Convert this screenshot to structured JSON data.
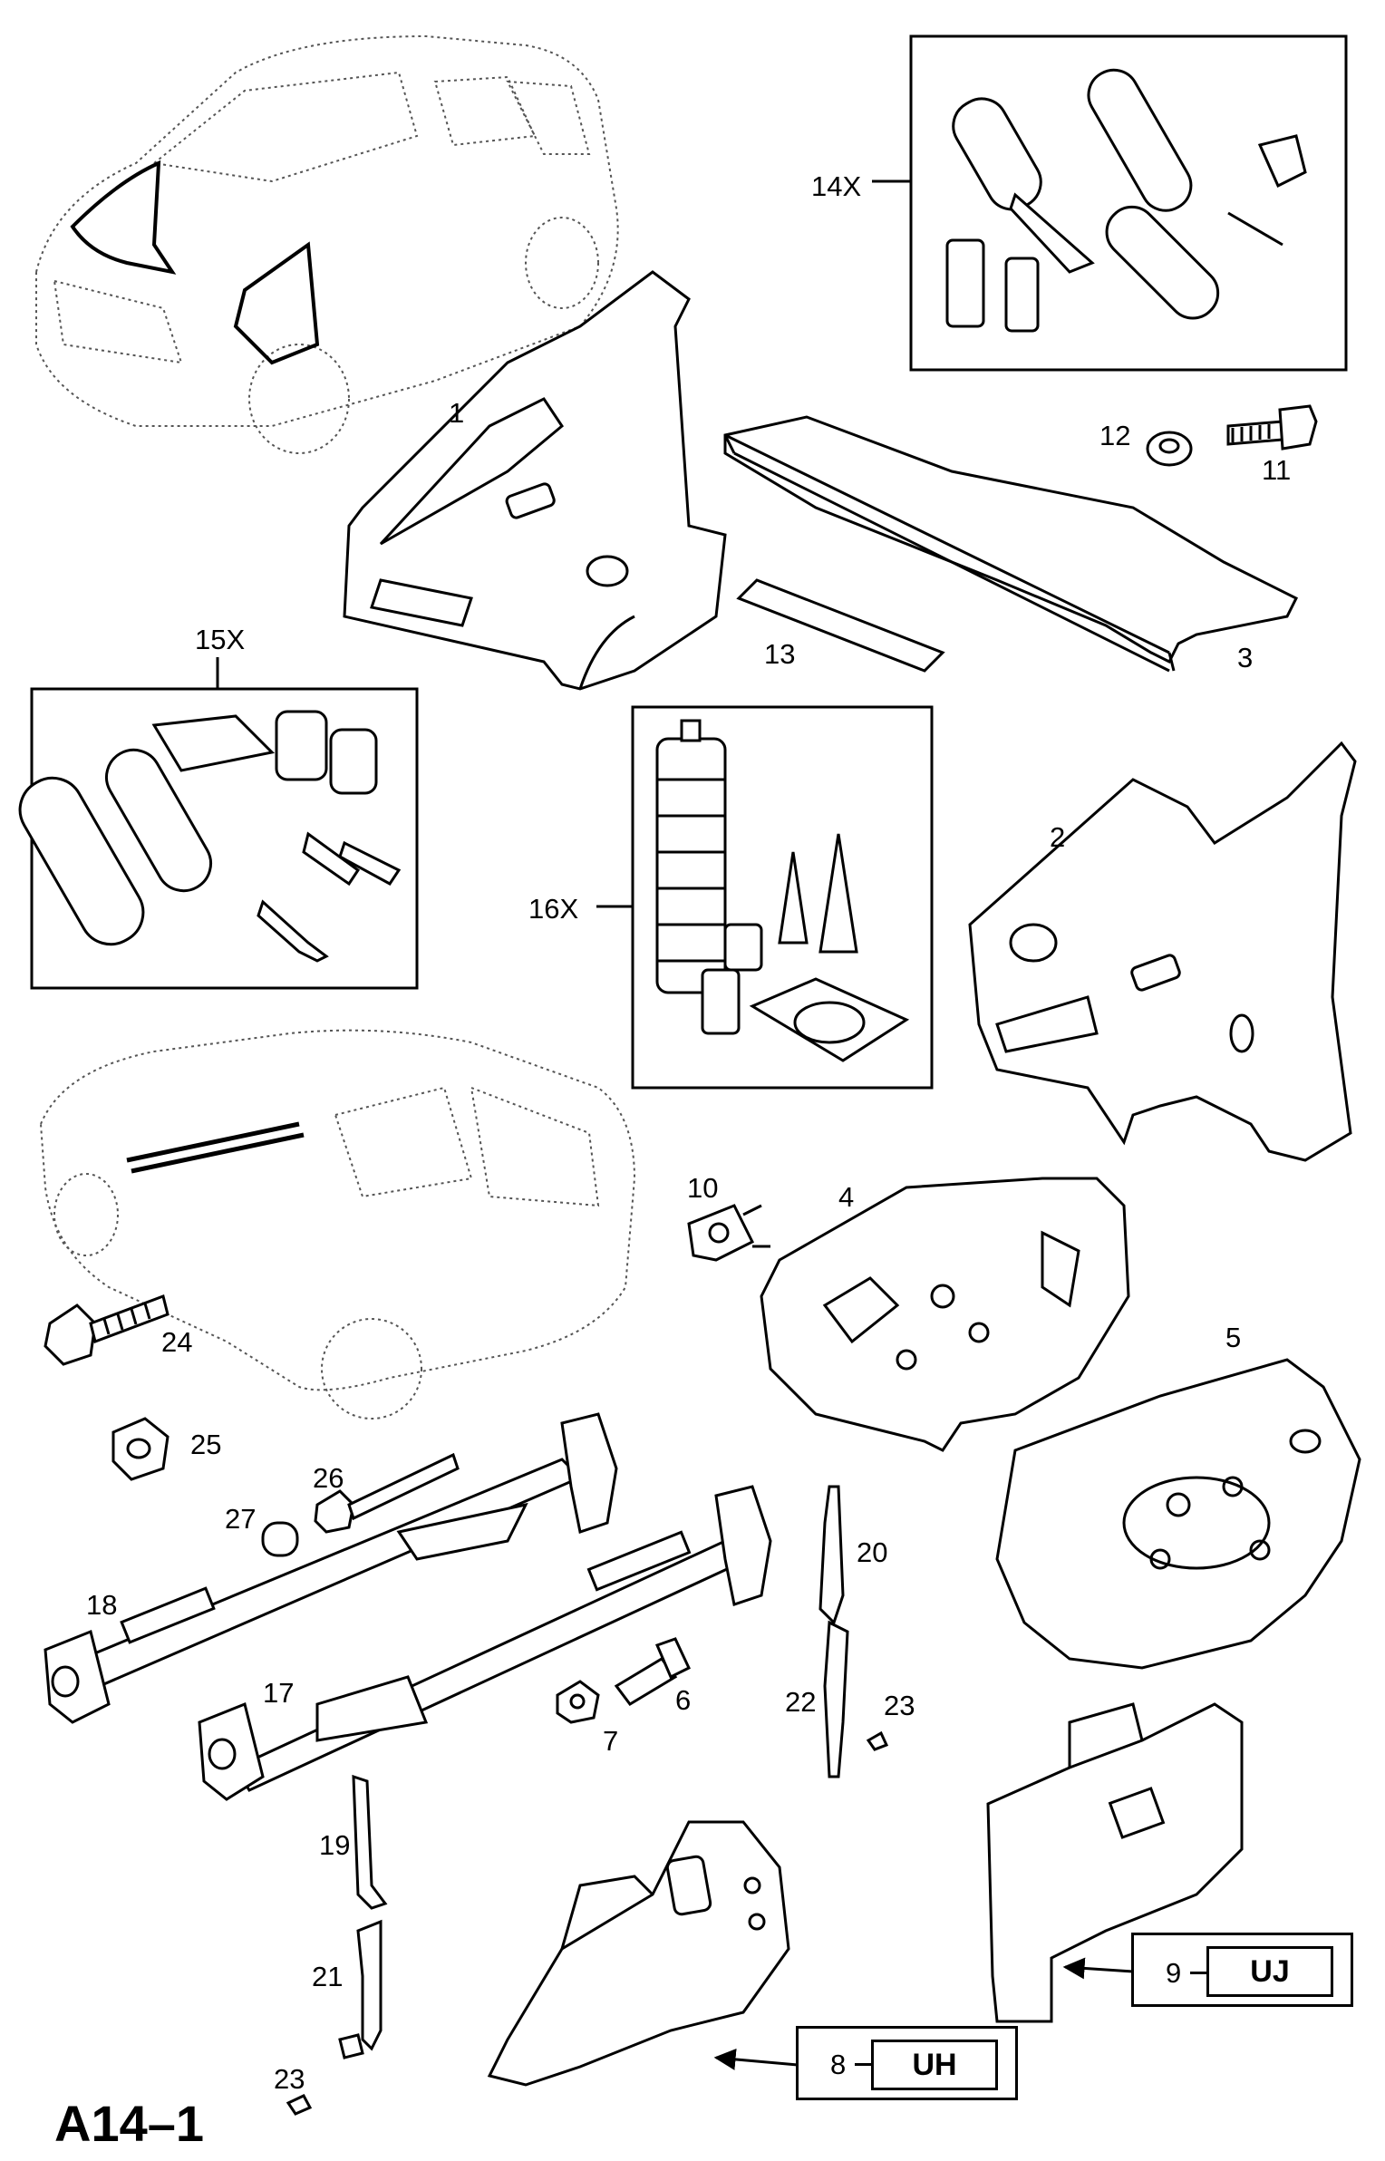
{
  "page_code": "A14–1",
  "parts": [
    {
      "id": "p1",
      "label": "1"
    },
    {
      "id": "p2",
      "label": "2"
    },
    {
      "id": "p3",
      "label": "3"
    },
    {
      "id": "p4",
      "label": "4"
    },
    {
      "id": "p5",
      "label": "5"
    },
    {
      "id": "p6",
      "label": "6"
    },
    {
      "id": "p7",
      "label": "7"
    },
    {
      "id": "p10",
      "label": "10"
    },
    {
      "id": "p11",
      "label": "11"
    },
    {
      "id": "p12",
      "label": "12"
    },
    {
      "id": "p13",
      "label": "13"
    },
    {
      "id": "p14",
      "label": "14X"
    },
    {
      "id": "p15",
      "label": "15X"
    },
    {
      "id": "p16",
      "label": "16X"
    },
    {
      "id": "p17",
      "label": "17"
    },
    {
      "id": "p18",
      "label": "18"
    },
    {
      "id": "p19",
      "label": "19"
    },
    {
      "id": "p20",
      "label": "20"
    },
    {
      "id": "p21",
      "label": "21"
    },
    {
      "id": "p22",
      "label": "22"
    },
    {
      "id": "p23a",
      "label": "23"
    },
    {
      "id": "p23b",
      "label": "23"
    },
    {
      "id": "p24",
      "label": "24"
    },
    {
      "id": "p25",
      "label": "25"
    },
    {
      "id": "p26",
      "label": "26"
    },
    {
      "id": "p27",
      "label": "27"
    }
  ],
  "codes": [
    {
      "id": "c8",
      "number": "8",
      "code": "UH"
    },
    {
      "id": "c9",
      "number": "9",
      "code": "UJ"
    }
  ]
}
